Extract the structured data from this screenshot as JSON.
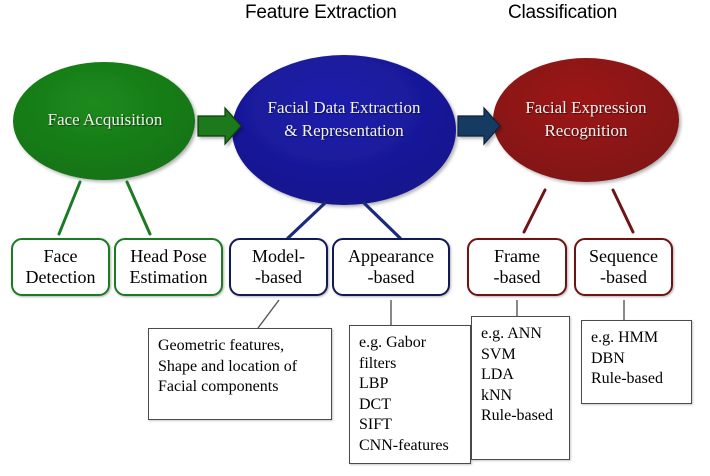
{
  "headers": {
    "feature_extraction": "Feature Extraction",
    "classification": "Classification"
  },
  "stages": [
    {
      "id": "face-acquisition",
      "label": "Face Acquisition",
      "color": "#177d17"
    },
    {
      "id": "facial-data-extraction",
      "label": "Facial Data Extraction\n& Representation",
      "color": "#1a1a9e"
    },
    {
      "id": "facial-expression-recognition",
      "label": "Facial Expression\nRecognition",
      "color": "#8f1515"
    }
  ],
  "arrows": [
    {
      "id": "arrow-green",
      "color": "#1d7a1d"
    },
    {
      "id": "arrow-blue",
      "color": "#173a63"
    }
  ],
  "categories": [
    {
      "id": "face-detection",
      "label": "Face\nDetection",
      "accent": "#1d7a24"
    },
    {
      "id": "head-pose",
      "label": "Head Pose\nEstimation",
      "accent": "#1d7a24"
    },
    {
      "id": "model-based",
      "label": "Model-\n-based",
      "accent": "#121a55"
    },
    {
      "id": "appearance-based",
      "label": "Appearance\n-based",
      "accent": "#121a55"
    },
    {
      "id": "frame-based",
      "label": "Frame\n-based",
      "accent": "#6e1414"
    },
    {
      "id": "sequence-based",
      "label": "Sequence\n-based",
      "accent": "#6e1414"
    }
  ],
  "details": [
    {
      "id": "geometric-features",
      "text": "Geometric features,\nShape and location of\nFacial components"
    },
    {
      "id": "appearance-methods",
      "text": "e.g. Gabor\nfilters\nLBP\nDCT\nSIFT\nCNN-features"
    },
    {
      "id": "frame-classifiers",
      "text": "e.g. ANN\nSVM\nLDA\nkNN\nRule-based"
    },
    {
      "id": "sequence-classifiers",
      "text": "e.g. HMM\nDBN\nRule-based"
    }
  ]
}
